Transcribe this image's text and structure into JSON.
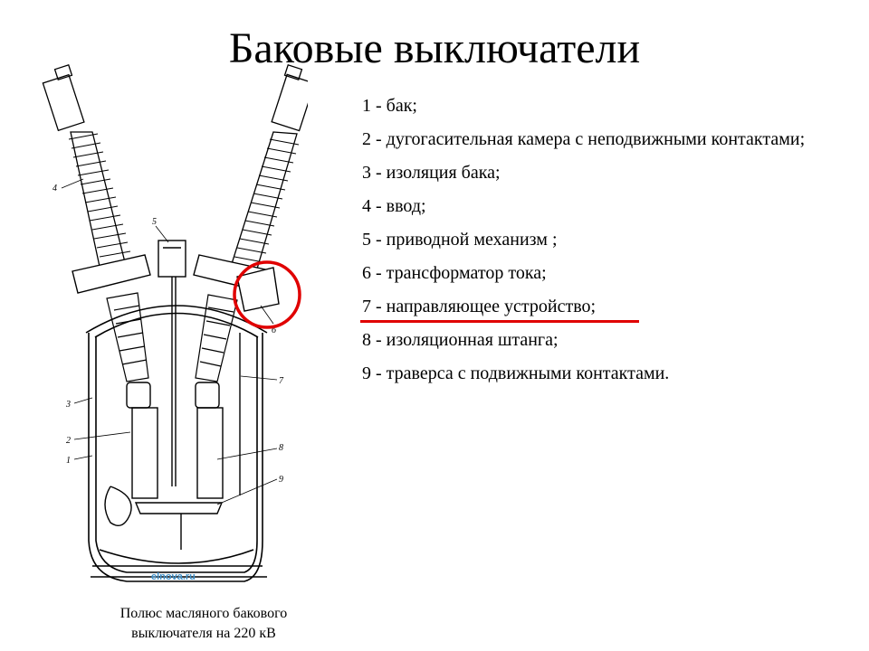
{
  "slide": {
    "title": "Баковые выключатели",
    "caption_line1": "Полюс масляного бакового",
    "caption_line2": "выключателя на 220 кВ",
    "watermark": "elnova.ru"
  },
  "legend": [
    {
      "text": "1 - бак;"
    },
    {
      "text": "2 - дугогасительная камера с неподвижными контактами;"
    },
    {
      "text": "3 - изоляция бака;"
    },
    {
      "text": "4 - ввод;"
    },
    {
      "text": "5 - приводной механизм ;"
    },
    {
      "text": "6 - трансформатор тока;"
    },
    {
      "text": "7 - направляющее устройство;"
    },
    {
      "text": "8 - изоляционная штанга;"
    },
    {
      "text": "9 - траверса с подвижными контактами."
    }
  ],
  "drawing_labels": {
    "l1": "1",
    "l2": "2",
    "l3": "3",
    "l4": "4",
    "l5": "5",
    "l6": "6",
    "l7": "7",
    "l8": "8",
    "l9": "9"
  },
  "colors": {
    "highlight": "#e00000",
    "watermark": "#3f8fc7"
  }
}
